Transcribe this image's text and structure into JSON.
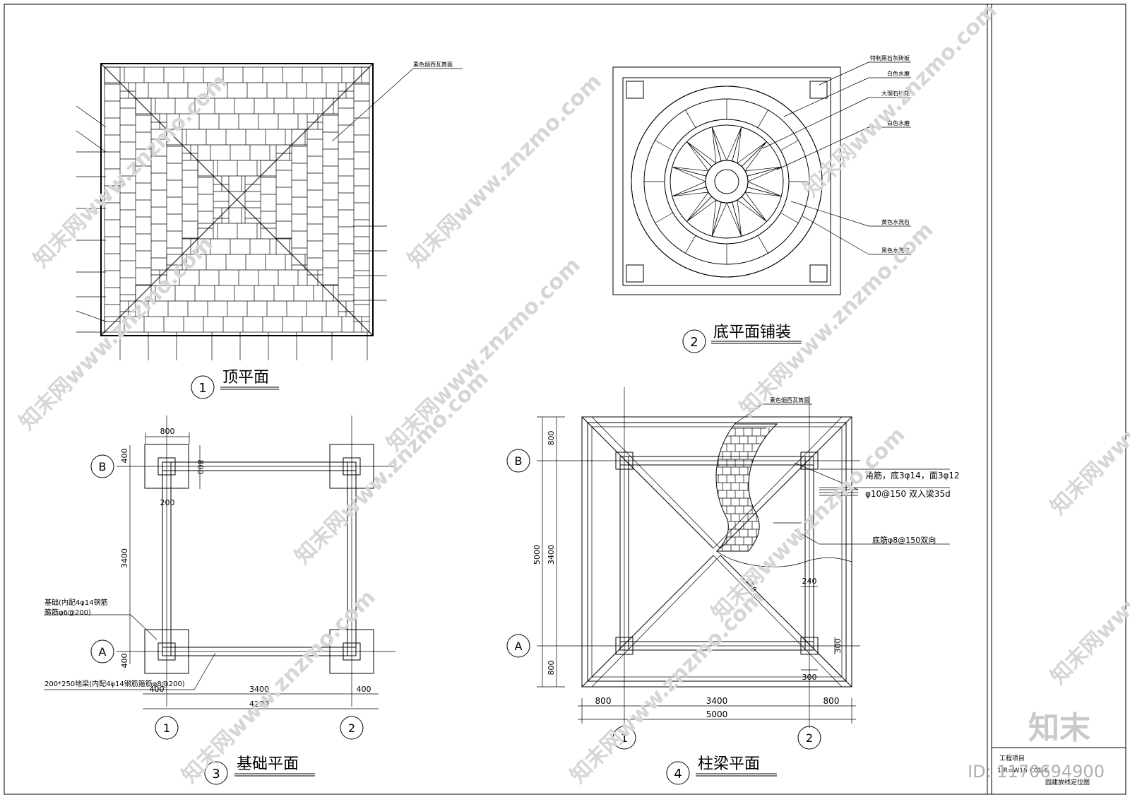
{
  "watermark": {
    "site": "www.znzmo.com",
    "brand": "知末网",
    "logo": "知末",
    "id": "ID: 1170694900"
  },
  "title_block": {
    "project_label": "工程项目",
    "project_code": "1 R=W16 C01-6",
    "drawing_title": "园建放线定位图"
  },
  "view1": {
    "num": "1",
    "title": "顶平面",
    "callout": "素色烟西瓦筒面"
  },
  "view2": {
    "num": "2",
    "title": "底平面铺装",
    "callouts": [
      "特制黑石灰砖板",
      "白色水磨",
      "大理石拼花",
      "白色水磨",
      "黄色水洗石",
      "黑色水洗石"
    ]
  },
  "view3": {
    "num": "3",
    "title": "基础平面",
    "axis_b": "B",
    "axis_a": "A",
    "axis_1": "1",
    "axis_2": "2",
    "dim_800_top": "800",
    "dim_400_b": "400",
    "dim_800_side": "800",
    "dim_200": "200",
    "dim_3400_v": "3400",
    "dim_400_a": "400",
    "dim_400_l": "400",
    "dim_400_r": "400",
    "dim_3400_h": "3400",
    "dim_4200": "4200",
    "note_footing_1": "基础(内配4φ14钢筋",
    "note_footing_2": "箍筋φ6@200)",
    "note_beam": "200*250地梁(内配4φ14钢筋箍筋φ8@200)"
  },
  "view4": {
    "num": "4",
    "title": "柱梁平面",
    "axis_b": "B",
    "axis_a": "A",
    "axis_1": "1",
    "axis_2": "2",
    "callout_top": "素色烟西瓦筒面",
    "note_rebar_1": "角筋，底3φ14，面3φ12",
    "note_rebar_2": "φ10@150 双入梁35d",
    "note_rebar_3": "底筋φ8@150双向",
    "dim_800_top": "800",
    "dim_5000_v": "5000",
    "dim_3400_v": "3400",
    "dim_800_bottom": "800",
    "dim_240": "240",
    "dim_250": "250",
    "dim_300_v": "300",
    "dim_300_h": "300",
    "dim_800_l": "800",
    "dim_3400_h": "3400",
    "dim_800_r": "800",
    "dim_5000_h": "5000"
  }
}
